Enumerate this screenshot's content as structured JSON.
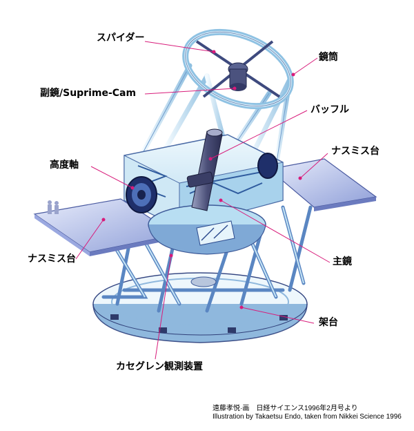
{
  "labels": {
    "spider": "スパイダー",
    "tube": "鏡筒",
    "secondary": "副鏡/Suprime-Cam",
    "baffle": "バッフル",
    "nasmyth_right": "ナスミス台",
    "altitude_axis": "高度軸",
    "nasmyth_left": "ナスミス台",
    "primary": "主鏡",
    "mount": "架台",
    "cassegrain": "カセグレン観測装置"
  },
  "credit": {
    "line1": "遠藤孝悦·画　日経サイエンス1996年2月号より",
    "line2": "Illustration by Takaetsu Endo, taken from Nikkei Science 1996"
  },
  "colors": {
    "leader": "#d81b7a",
    "structure_light": "#dff3fb",
    "structure_mid": "#9cc9e6",
    "structure_dark": "#3c5a9a",
    "platform": "#a9b6e6"
  }
}
